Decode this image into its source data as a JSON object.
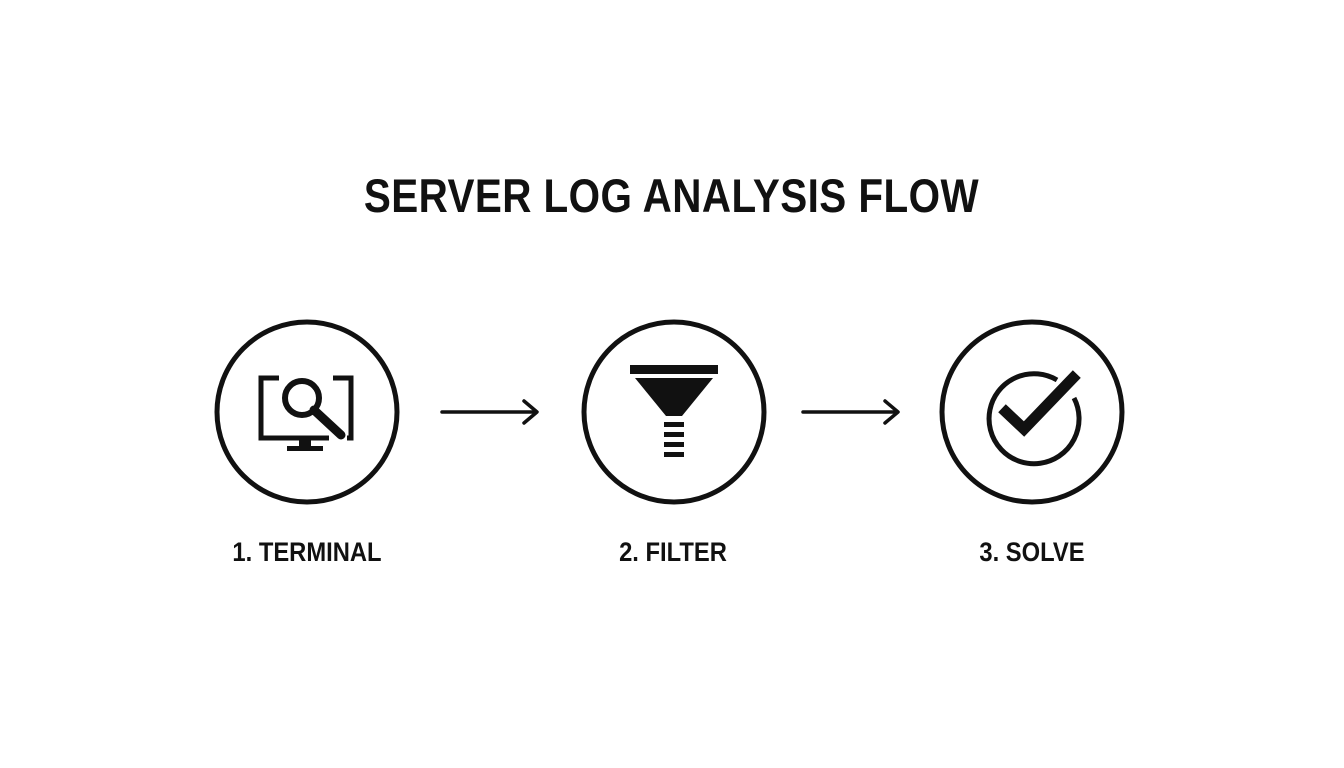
{
  "diagram": {
    "title": "SERVER LOG ANALYSIS FLOW",
    "steps": [
      {
        "label": "1. TERMINAL",
        "icon": "monitor-magnifier-icon"
      },
      {
        "label": "2. FILTER",
        "icon": "funnel-icon"
      },
      {
        "label": "3. SOLVE",
        "icon": "check-circle-icon"
      }
    ],
    "colors": {
      "ink": "#111111",
      "background": "#ffffff"
    }
  }
}
